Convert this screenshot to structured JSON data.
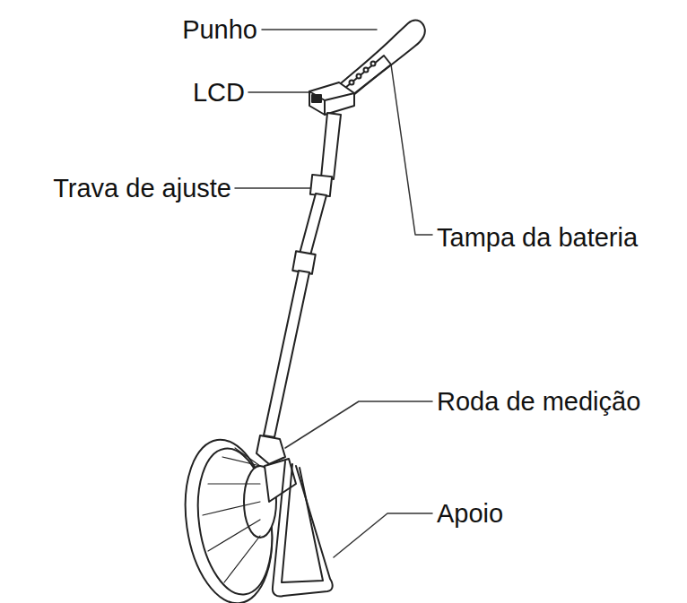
{
  "diagram": {
    "labels": [
      "Punho",
      "LCD",
      "Trava de ajuste",
      "Tampa da bateria",
      "Roda de medição",
      "Apoio"
    ]
  }
}
